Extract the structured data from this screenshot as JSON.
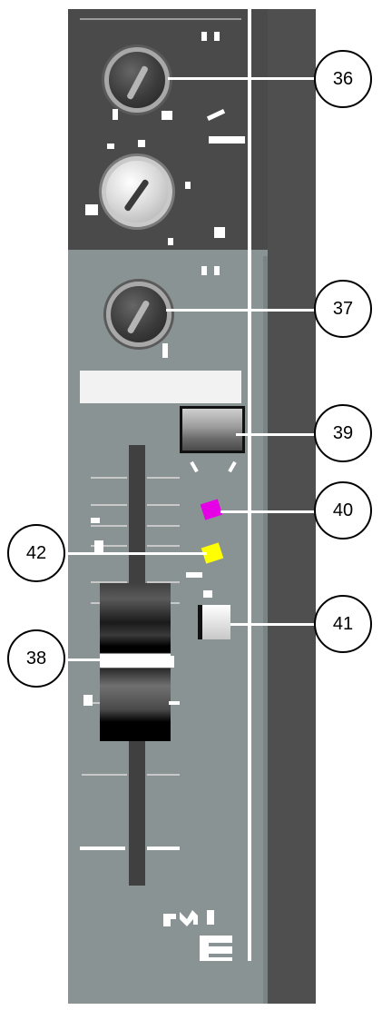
{
  "callouts": {
    "c36": "36",
    "c37": "37",
    "c38": "38",
    "c39": "39",
    "c40": "40",
    "c41": "41",
    "c42": "42"
  },
  "colors": {
    "panel_dark": "#4a4a4a",
    "panel_light": "#8a9393",
    "led_top": "#e600e6",
    "led_bottom": "#ffff00"
  },
  "icons": [
    "mixer-knob-icon",
    "mute-button-icon",
    "led-indicator-icon",
    "solo-button-icon",
    "fader-icon",
    "brand-logo-icon"
  ]
}
